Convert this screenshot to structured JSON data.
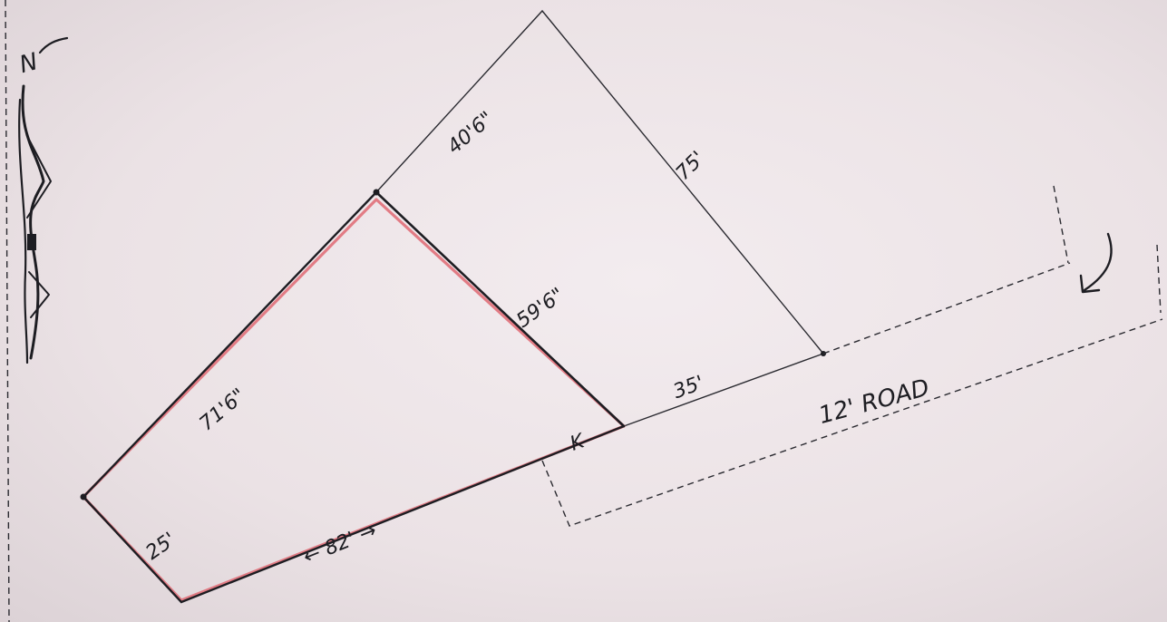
{
  "north": {
    "label": "N"
  },
  "dimensions": {
    "top_left": "40'6\"",
    "top_right": "75'",
    "mid_diagonal": "59'6\"",
    "left_side": "71'6\"",
    "bottom_left": "25'",
    "bottom": "← 82' →",
    "road_front": "35'",
    "small_mark": "K"
  },
  "road": {
    "label": "12' ROAD"
  },
  "colors": {
    "ink": "#1d1d22",
    "highlight": "#e0707a",
    "paper": "#ece3e6"
  }
}
